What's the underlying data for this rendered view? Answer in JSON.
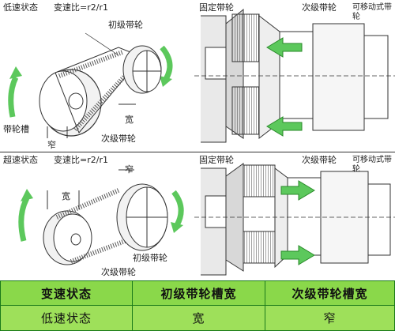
{
  "diagram": {
    "low_speed": {
      "state_label": "低速状态",
      "ratio_label": "变速比=r2/r1",
      "primary_pulley": "初级带轮",
      "secondary_pulley": "次级带轮",
      "pulley_groove": "带轮槽",
      "narrow": "窄",
      "wide": "宽",
      "fixed_pulley": "固定带轮",
      "secondary_pulley_detail": "次级带轮",
      "movable_pulley": "可移动式带轮"
    },
    "overdrive": {
      "state_label": "超速状态",
      "ratio_label": "变速比=r2/r1",
      "narrow": "窄",
      "wide": "宽",
      "primary_pulley": "初级带轮",
      "secondary_pulley": "次级带轮",
      "fixed_pulley": "固定带轮",
      "secondary_pulley_detail": "次级带轮",
      "movable_pulley": "可移动式带轮"
    },
    "arrow_color": "#5cc85c"
  },
  "table": {
    "headers": [
      "变速状态",
      "初级带轮槽宽",
      "次级带轮槽宽"
    ],
    "rows": [
      [
        "低速状态",
        "宽",
        "窄"
      ]
    ],
    "header_color": "#8ad84a",
    "row_color": "#9ee05a"
  }
}
